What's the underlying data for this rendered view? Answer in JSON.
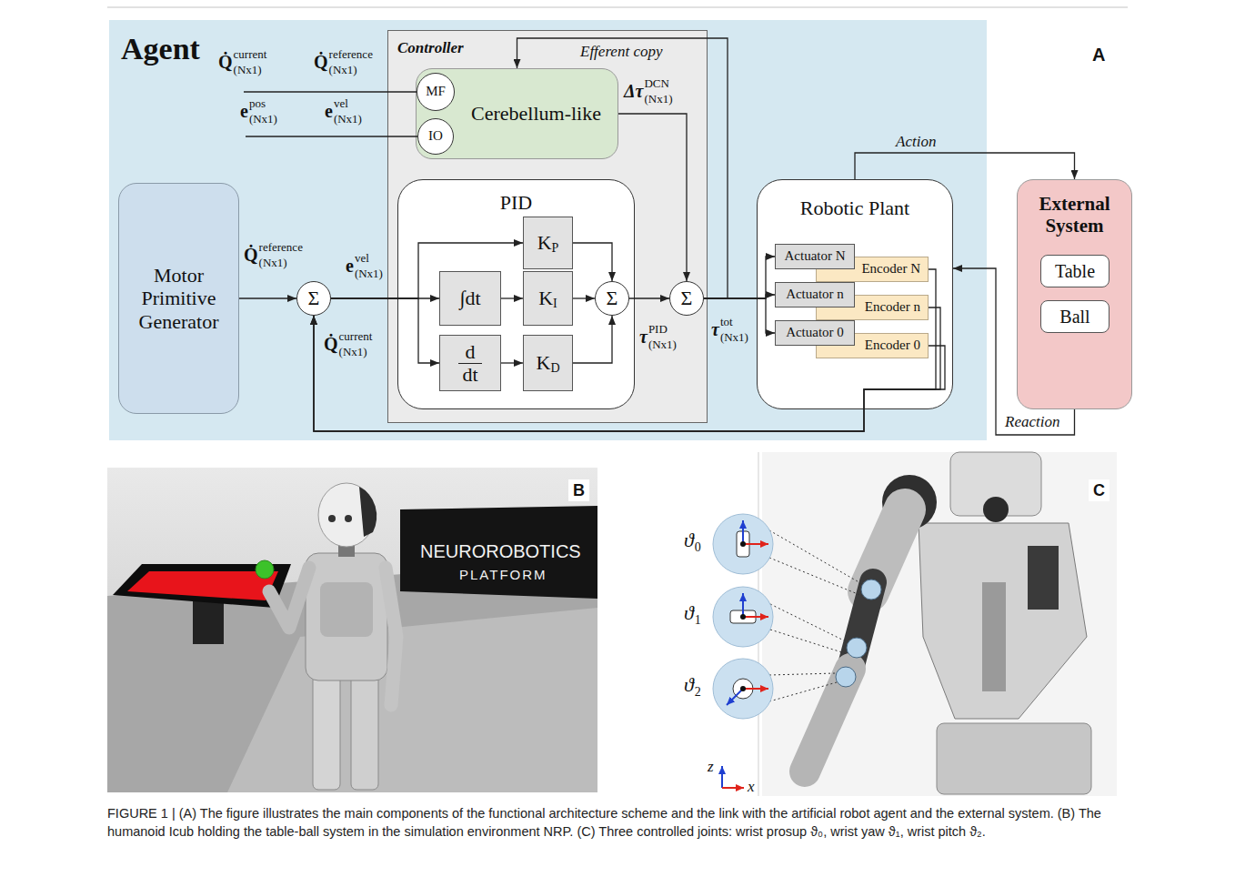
{
  "diagram": {
    "caption": "FIGURE 1 | (A) The figure illustrates the main components of the functional architecture scheme and the link with the artificial robot agent and the external system. (B) The humanoid Icub holding the table-ball system in the simulation environment NRP. (C) Three controlled joints: wrist prosup ϑ₀, wrist yaw ϑ₁, wrist pitch ϑ₂.",
    "nodes": [
      {
        "text": [
          "Agent"
        ]
      },
      {
        "text": [
          "Controller"
        ],
        "in": 0
      },
      {
        "text": [
          "Cerebellum-like"
        ],
        "in": 1
      },
      {
        "text": [
          "MF"
        ],
        "in": 2
      },
      {
        "text": [
          "IO"
        ],
        "in": 2
      },
      {
        "text": [
          "Motor Primitive Generator"
        ],
        "in": 0
      },
      {
        "text": [
          "Σ"
        ],
        "in": 0
      },
      {
        "text": [
          "PID"
        ],
        "in": 1
      },
      {
        "text": [
          "K",
          "P"
        ],
        "in": 7
      },
      {
        "text": [
          "∫dt"
        ],
        "in": 7
      },
      {
        "text": [
          "K",
          "I"
        ],
        "in": 7
      },
      {
        "text": [
          "d",
          "dt"
        ],
        "in": 7
      },
      {
        "text": [
          "K",
          "D"
        ],
        "in": 7
      },
      {
        "text": [
          "Σ"
        ],
        "in": 7
      },
      {
        "text": [
          "Σ"
        ],
        "in": 1
      },
      {
        "text": [
          "Robotic Plant"
        ],
        "in": 0
      },
      {
        "text": [
          "Actuator N"
        ],
        "in": 15
      },
      {
        "text": [
          "Encoder N"
        ],
        "in": 15
      },
      {
        "text": [
          "Actuator n"
        ],
        "in": 15
      },
      {
        "text": [
          "Encoder n"
        ],
        "in": 15
      },
      {
        "text": [
          "Actuator 0"
        ],
        "in": 15
      },
      {
        "text": [
          "Encoder 0"
        ],
        "in": 15
      },
      {
        "text": [
          "External System"
        ]
      },
      {
        "text": [
          "Table"
        ],
        "in": 22
      },
      {
        "text": [
          "Ball"
        ],
        "in": 22
      }
    ],
    "edges": [
      {
        "from": 5,
        "to": 6,
        "arrow": "to"
      },
      {
        "from": 6,
        "to": 8,
        "arrow": "to"
      },
      {
        "from": 6,
        "to": 9,
        "arrow": "to"
      },
      {
        "from": 6,
        "to": 11,
        "arrow": "to"
      },
      {
        "from": 9,
        "to": 10,
        "arrow": "to"
      },
      {
        "from": 11,
        "to": 12,
        "arrow": "to"
      },
      {
        "from": 8,
        "to": 13,
        "arrow": "to"
      },
      {
        "from": 10,
        "to": 13,
        "arrow": "to"
      },
      {
        "from": 12,
        "to": 13,
        "arrow": "to"
      },
      {
        "from": 13,
        "to": 14,
        "arrow": "to"
      },
      {
        "from": 2,
        "to": 14,
        "arrow": "to"
      },
      {
        "from": 14,
        "to": 2,
        "label": "Efferent copy",
        "arrow": "to"
      },
      {
        "from": 14,
        "to": 16,
        "arrow": "to"
      },
      {
        "from": 14,
        "to": 18,
        "arrow": "to"
      },
      {
        "from": 14,
        "to": 20,
        "arrow": "to"
      },
      {
        "from": 15,
        "to": 22,
        "label": "Action",
        "arrow": "to"
      },
      {
        "from": 22,
        "to": 15,
        "label": "Reaction",
        "arrow": "to"
      },
      {
        "from": 17,
        "to": 6,
        "arrow": "to"
      },
      {
        "from": 19,
        "to": 6,
        "arrow": "to"
      },
      {
        "from": 21,
        "to": 6,
        "arrow": "to"
      }
    ],
    "labels": [
      "A",
      "Q̇",
      "current",
      "(Nx1)",
      "Q̇",
      "reference",
      "(Nx1)",
      "e",
      "pos",
      "(Nx1)",
      "e",
      "vel",
      "(Nx1)",
      "Δτ",
      "DCN",
      "(Nx1)",
      "Q̇",
      "reference",
      "(Nx1)",
      "e",
      "vel",
      "(Nx1)",
      "Q̇",
      "current",
      "(Nx1)",
      "τ",
      "PID",
      "(Nx1)",
      "τ",
      "tot",
      "(Nx1)",
      "B",
      "C",
      "NEUROROBOTICS",
      "PLATFORM",
      "ϑ",
      "0",
      "ϑ",
      "1",
      "ϑ",
      "2",
      "z",
      "x"
    ]
  }
}
